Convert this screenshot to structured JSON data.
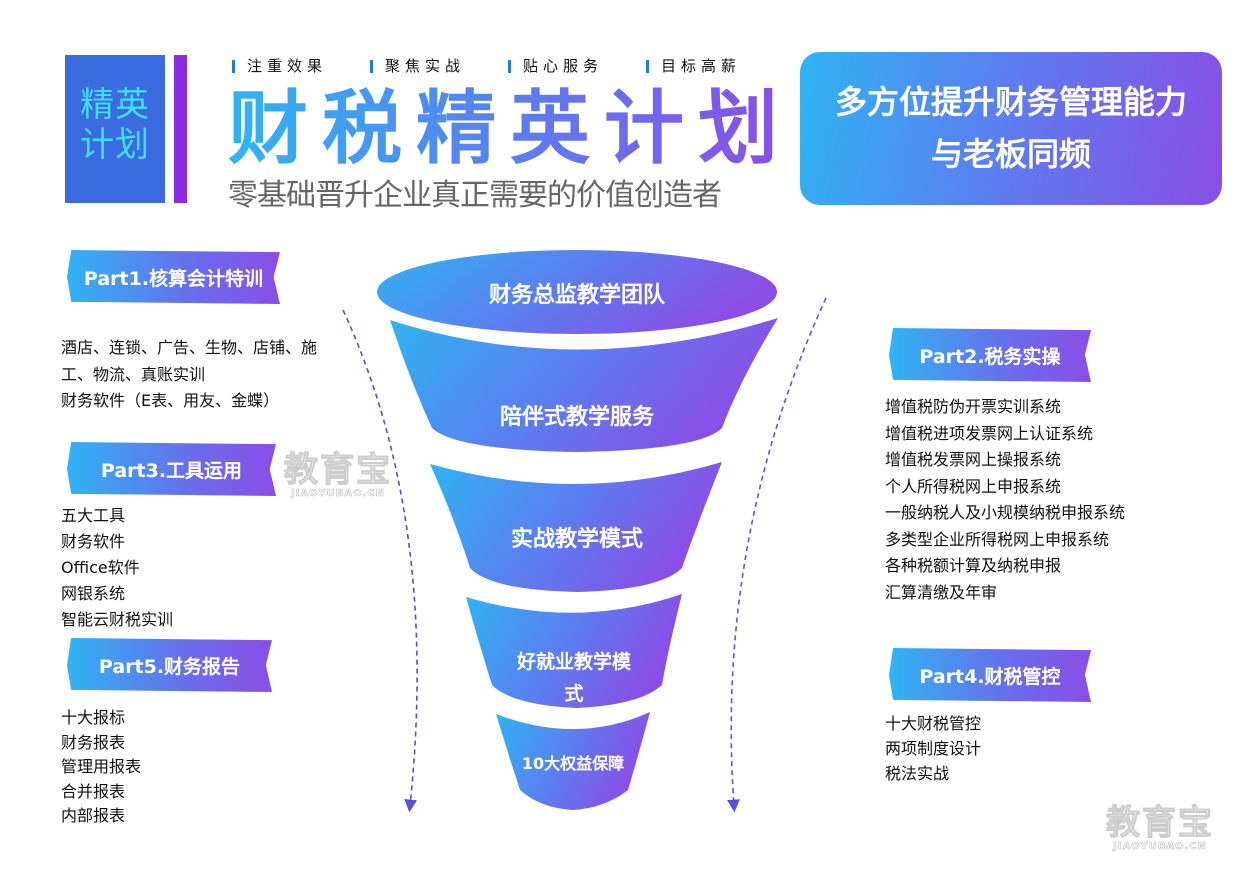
{
  "logo": {
    "line1": "精英",
    "line2": "计划"
  },
  "slogans": [
    "注重效果",
    "聚焦实战",
    "贴心服务",
    "目标高薪"
  ],
  "title": "财税精英计划",
  "subtitle": "零基础晋升企业真正需要的价值创造者",
  "hero": {
    "line1": "多方位提升财务管理能力",
    "line2": "与老板同频"
  },
  "funnel": [
    "财务总监教学团队",
    "陪伴式教学服务",
    "实战教学模式",
    "好就业教学模",
    "式",
    "10大权益保障"
  ],
  "parts": {
    "part1": {
      "label": "Part1.核算会计特训",
      "items": [
        "酒店、连锁、广告、生物、店铺、施",
        "工、物流、真账实训",
        "财务软件（E表、用友、金蝶）"
      ]
    },
    "part2": {
      "label": "Part2.税务实操",
      "items": [
        "增值税防伪开票实训系统",
        "增值税进项发票网上认证系统",
        "增值税发票网上操报系统",
        "个人所得税网上申报系统",
        "一般纳税人及小规模纳税申报系统",
        "多类型企业所得税网上申报系统",
        "各种税额计算及纳税申报",
        "汇算清缴及年审"
      ]
    },
    "part3": {
      "label": "Part3.工具运用",
      "items": [
        "五大工具",
        "财务软件",
        "Office软件",
        "网银系统",
        "智能云财税实训"
      ]
    },
    "part4": {
      "label": "Part4.财税管控",
      "items": [
        "十大财税管控",
        "两项制度设计",
        "税法实战"
      ]
    },
    "part5": {
      "label": "Part5.财务报告",
      "items": [
        "十大报标",
        "财务报表",
        "管理用报表",
        "合并报表",
        "内部报表"
      ]
    }
  },
  "watermark": {
    "name": "教育宝",
    "domain": "JIAOYUBAO.CN"
  },
  "colors": {
    "gradient_start": "#2fb4f3",
    "gradient_end": "#8a4ee6",
    "logo_bg": "#3a6be0"
  }
}
